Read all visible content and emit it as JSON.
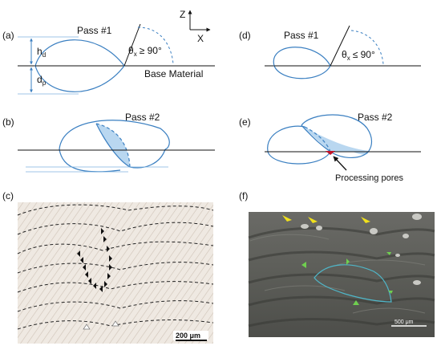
{
  "axes": {
    "z": "Z",
    "x": "X"
  },
  "panels": {
    "a": {
      "label": "(a)",
      "pass": "Pass #1",
      "h": "h",
      "h_sub": "d",
      "d": "d",
      "d_sub": "p",
      "theta": "θ",
      "theta_sub": "x",
      "theta_rel": "≥ 90°",
      "base": "Base Material"
    },
    "b": {
      "label": "(b)",
      "pass": "Pass #2"
    },
    "c": {
      "label": "(c)",
      "scale": "200 μm"
    },
    "d": {
      "label": "(d)",
      "pass": "Pass #1",
      "theta": "θ",
      "theta_sub": "x",
      "theta_rel": "≤ 90°"
    },
    "e": {
      "label": "(e)",
      "pass": "Pass #2",
      "pores": "Processing pores"
    },
    "f": {
      "label": "(f)",
      "scale": "500 μm"
    }
  },
  "colors": {
    "bead_line": "#3a7fc1",
    "bead_fill": "#b9d7f0",
    "pore": "#c0152a",
    "yellow_arrow": "#f1e11b",
    "green_arrow": "#6fcf4f",
    "cyan_outline": "#4fb6c8"
  }
}
